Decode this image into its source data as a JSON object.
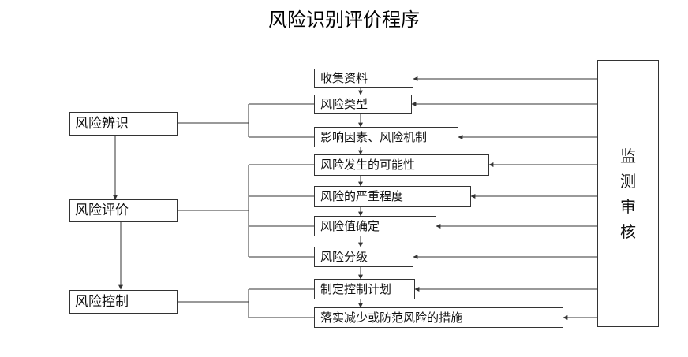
{
  "title": "风险识别评价程序",
  "phases": {
    "identify": "风险辨识",
    "evaluate": "风险评价",
    "control": "风险控制"
  },
  "steps": [
    "收集资料",
    "风险类型",
    "影响因素、风险机制",
    "风险发生的可能性",
    "风险的严重程度",
    "风险值确定",
    "风险分级",
    "制定控制计划",
    "落实减少或防范风险的措施"
  ],
  "monitor": [
    "监",
    "测",
    "审",
    "核"
  ]
}
